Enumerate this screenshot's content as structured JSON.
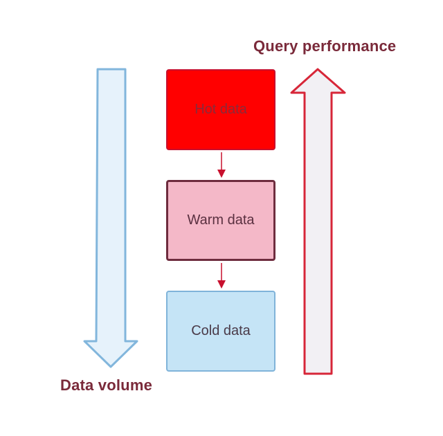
{
  "colors": {
    "hot_fill": "#ff0000",
    "hot_text": "#8b2a3a",
    "warm_fill": "#f4b8c8",
    "warm_text": "#5a3040",
    "cold_fill": "#c5e4f6",
    "cold_text": "#4a3a48",
    "label_color": "#7a2a3a",
    "volume_arrow_fill": "#e6f2fb",
    "volume_arrow_stroke": "#82b6dc",
    "performance_arrow_fill": "#f2f0f4",
    "performance_arrow_stroke": "#d72638",
    "connector_color": "#c8102e"
  },
  "labels": {
    "query_performance": "Query performance",
    "data_volume": "Data volume"
  },
  "tiers": {
    "hot": "Hot data",
    "warm": "Warm data",
    "cold": "Cold data"
  },
  "arrows": {
    "volume_direction": "down",
    "performance_direction": "up"
  }
}
